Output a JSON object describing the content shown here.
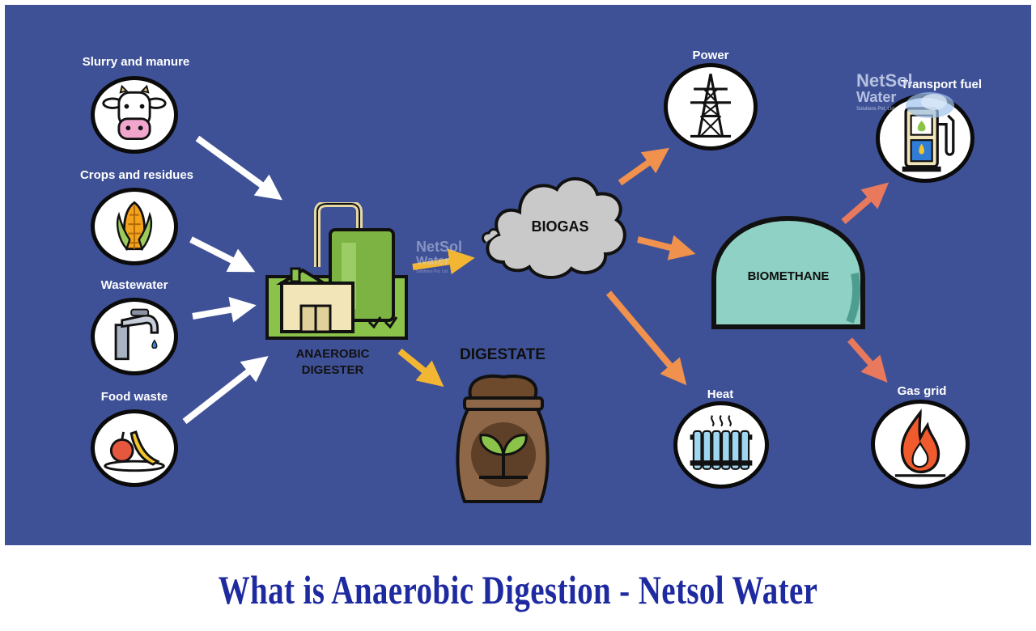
{
  "inputs": [
    {
      "label": "Slurry and manure",
      "icon": "cow-icon"
    },
    {
      "label": "Crops and residues",
      "icon": "corn-icon"
    },
    {
      "label": "Wastewater",
      "icon": "faucet-icon"
    },
    {
      "label": "Food waste",
      "icon": "food-plate-icon"
    }
  ],
  "digester": {
    "line1": "ANAEROBIC",
    "line2": "DIGESTER"
  },
  "biogas": "BIOGAS",
  "digestate": "DIGESTATE",
  "biomethane": "BIOMETHANE",
  "outputs": {
    "power": "Power",
    "heat": "Heat",
    "transport": "Transport fuel",
    "gas_grid": "Gas grid"
  },
  "watermark": {
    "brand": "NetSol",
    "sub": "Water",
    "tag": "Solutions Pvt. Ltd."
  },
  "footer": {
    "title": "What is Anaerobic Digestion - Netsol Water"
  },
  "colors": {
    "background": "#3f5196",
    "white_arrows": "#ffffff",
    "yellow_arrows": "#f2b632",
    "orange_arrows": "#f0914d",
    "biomethane_fill": "#8fd1c4",
    "footer_text": "#1e2aa0"
  }
}
